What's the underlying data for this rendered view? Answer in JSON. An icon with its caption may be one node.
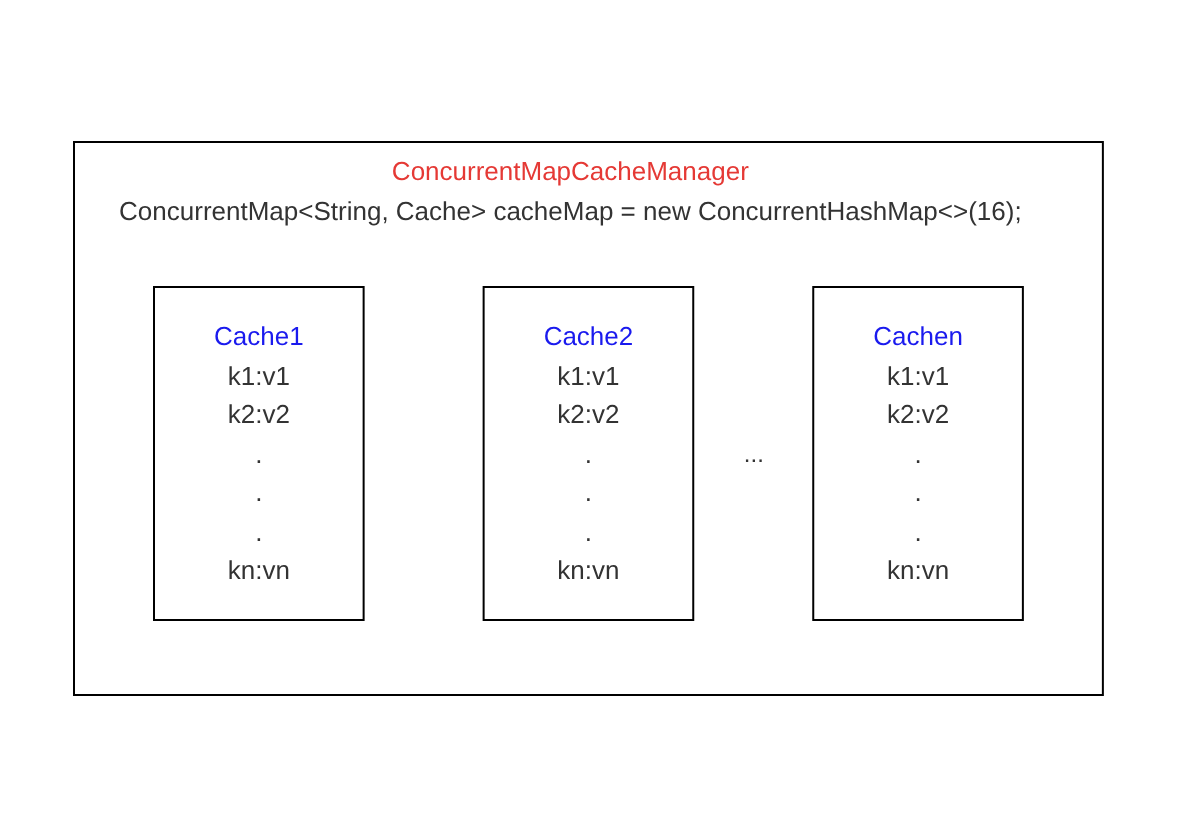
{
  "diagram": {
    "nodes": [
      {
        "text": [
          "ConcurrentMapCacheManager",
          "ConcurrentMap<String, Cache> cacheMap = new ConcurrentHashMap<>(16);"
        ]
      },
      {
        "text": [
          "Cache1",
          "k1:v1 k2:v2 . . . kn:vn"
        ],
        "in": 0
      },
      {
        "text": [
          "Cache2",
          "k1:v1 k2:v2 . . . kn:vn"
        ],
        "in": 0
      },
      {
        "text": [
          "Cachen",
          "k1:v1 k2:v2 . . . kn:vn"
        ],
        "in": 0
      }
    ],
    "edges": [],
    "labels": [
      "..."
    ]
  }
}
